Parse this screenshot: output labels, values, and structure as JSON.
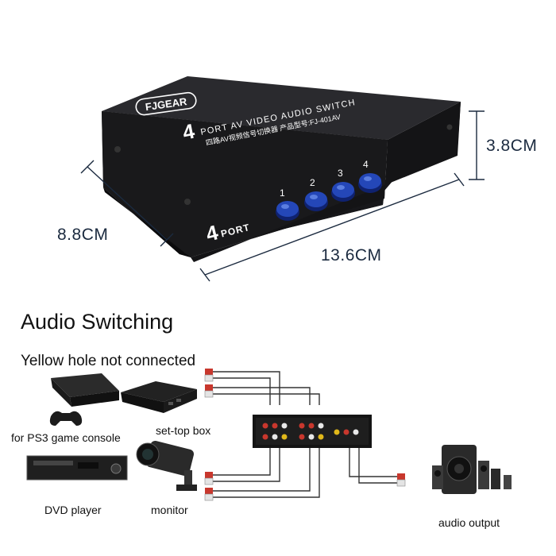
{
  "product": {
    "brand_badge": "FJGEAR",
    "title_line": "PORT AV VIDEO AUDIO SWITCH",
    "title_number": "4",
    "chinese_line": "四路AV视频信号切换器 产品型号:FJ-401AV",
    "front_logo_number": "4",
    "front_logo_text": "PORT",
    "buttons": [
      "1",
      "2",
      "3",
      "4"
    ],
    "button_color": "#1f3fae"
  },
  "dimensions": {
    "height": "3.8CM",
    "depth": "8.8CM",
    "width": "13.6CM"
  },
  "diagram": {
    "title": "Audio Switching",
    "note": "Yellow hole not connected",
    "devices": {
      "ps3": "for PS3 game console",
      "settop": "set-top box",
      "dvd": "DVD player",
      "monitor": "monitor",
      "output": "audio output"
    }
  },
  "colors": {
    "box": "#1a1a1c",
    "cable": "#333333",
    "plug_red": "#c8372d",
    "plug_white": "#e8e8e8"
  }
}
